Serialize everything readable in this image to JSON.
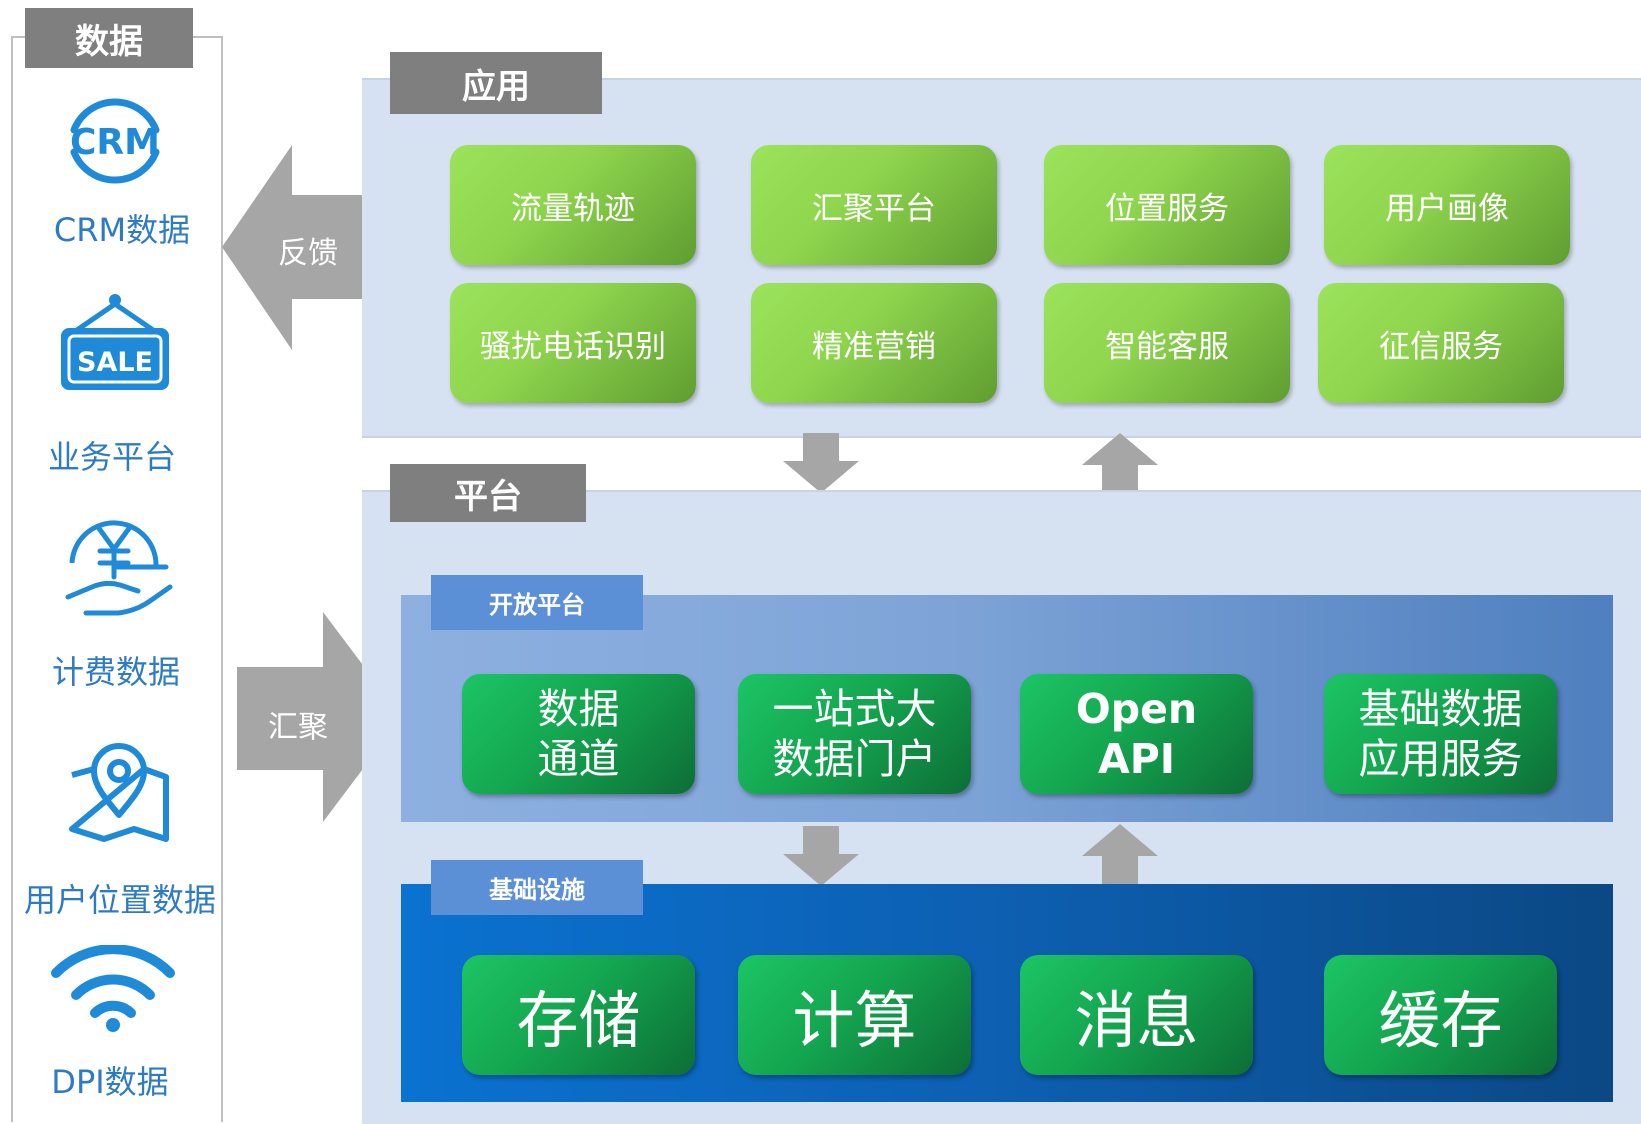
{
  "left": {
    "title": "数据",
    "items": [
      {
        "icon": "crm-icon",
        "label": "CRM数据"
      },
      {
        "icon": "sale-sign-icon",
        "label": "业务平台"
      },
      {
        "icon": "billing-yen-icon",
        "label": "计费数据"
      },
      {
        "icon": "location-map-icon",
        "label": "用户位置数据"
      },
      {
        "icon": "wifi-icon",
        "label": "DPI数据"
      }
    ],
    "crm_text": "CRM",
    "sale_text": "SALE"
  },
  "feedback_label": "反馈",
  "aggregate_label": "汇聚",
  "app": {
    "title": "应用",
    "boxes": [
      "流量轨迹",
      "汇聚平台",
      "位置服务",
      "用户画像",
      "骚扰电话识别",
      "精准营销",
      "智能客服",
      "征信服务"
    ]
  },
  "platform": {
    "title": "平台",
    "open": {
      "title": "开放平台",
      "boxes": [
        {
          "line1": "数据",
          "line2": "通道"
        },
        {
          "line1": "一站式大",
          "line2": "数据门户"
        },
        {
          "line1": "Open",
          "line2": "API"
        },
        {
          "line1": "基础数据",
          "line2": "应用服务"
        }
      ]
    },
    "infra": {
      "title": "基础设施",
      "boxes": [
        "存储",
        "计算",
        "消息",
        "缓存"
      ]
    }
  },
  "colors": {
    "tag_gray": "#7f7f7f",
    "panel_bg": "#d6e2f2",
    "icon_blue": "#1f8ad8",
    "label_blue": "#2e7bc4",
    "app_green": "#8fd64e",
    "platform_green": "#14a650",
    "arrow_gray": "#a6a6a6"
  }
}
